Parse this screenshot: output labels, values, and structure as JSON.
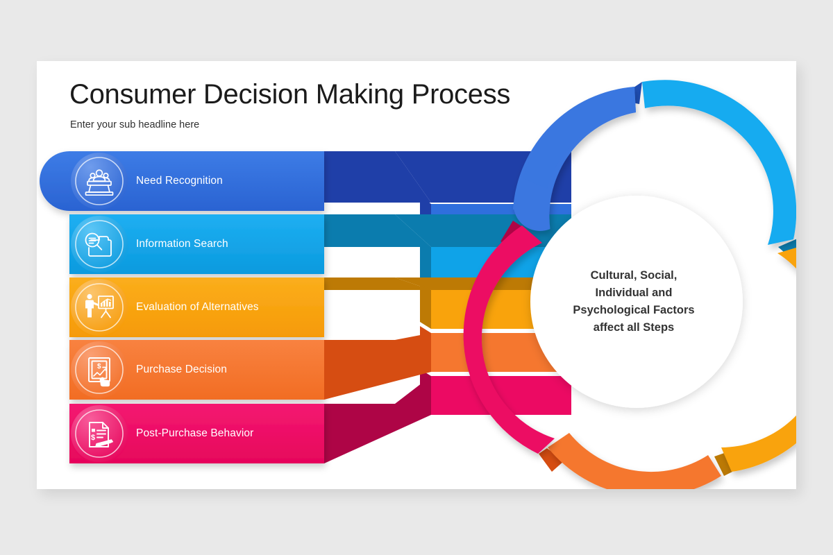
{
  "slide": {
    "title": "Consumer Decision Making Process",
    "subtitle": "Enter your sub headline here",
    "background_color": "#e9e9e9",
    "card_color": "#ffffff"
  },
  "steps": [
    {
      "label": "Need Recognition",
      "icon": "podium-speaker-icon",
      "color": "#2f6fdd",
      "color_dark": "#1f3fa8",
      "color_light": "#5b8fe8"
    },
    {
      "label": "Information Search",
      "icon": "search-folder-icon",
      "color": "#0fa3e8",
      "color_dark": "#0b7cae",
      "color_light": "#49bdf2"
    },
    {
      "label": "Evaluation of Alternatives",
      "icon": "presenter-chart-icon",
      "color": "#f9a30c",
      "color_dark": "#bd7a05",
      "color_light": "#fbbd4b"
    },
    {
      "label": "Purchase Decision",
      "icon": "document-hand-dollar-icon",
      "color": "#f5772f",
      "color_dark": "#d64d12",
      "color_light": "#f89a62"
    },
    {
      "label": "Post-Purchase Behavior",
      "icon": "invoice-pen-icon",
      "color": "#ec0a63",
      "color_dark": "#ae0546",
      "color_light": "#f34e8d"
    }
  ],
  "center": {
    "text": "Cultural, Social,\nIndividual and\nPsychological Factors\naffect all Steps",
    "text_color": "#333333",
    "fill_color": "#ffffff"
  },
  "ring": {
    "segment_colors": [
      "#2f6fdd",
      "#0fa3e8",
      "#f9a30c",
      "#f5772f",
      "#ec0a63"
    ],
    "segment_count": 5
  }
}
